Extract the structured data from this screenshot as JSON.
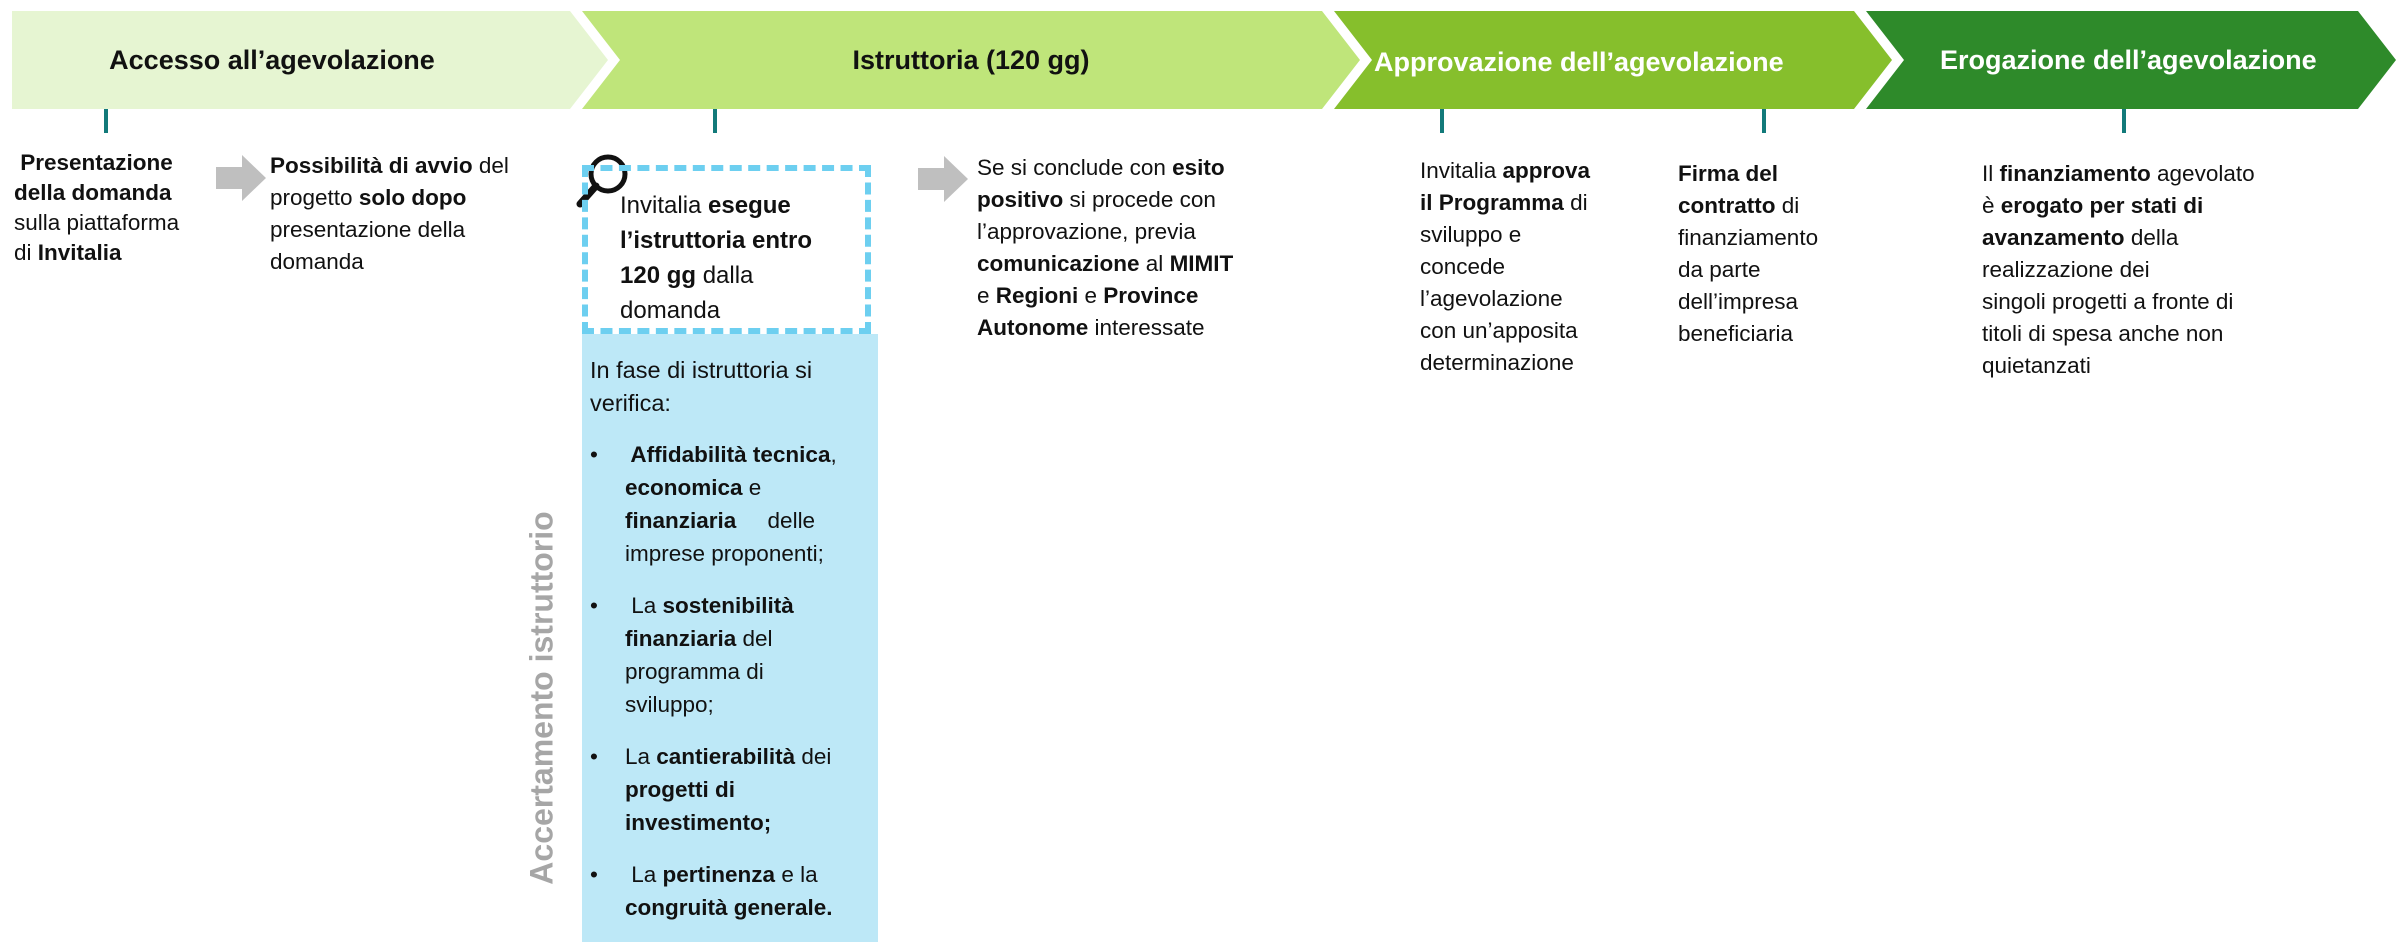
{
  "phases": [
    {
      "title": "Accesso all’agevolazione",
      "color": "#e6f5d2",
      "text_color": "#111111"
    },
    {
      "title": "Istruttoria (120 gg)",
      "color": "#bfe57a",
      "text_color": "#111111"
    },
    {
      "title": "Approvazione dell’agevolazione",
      "color": "#86bf2c",
      "text_color": "#ffffff"
    },
    {
      "title": "Erogazione dell’agevolazione",
      "color": "#2e8a2a",
      "text_color": "#ffffff"
    }
  ],
  "accesso": {
    "step1": [
      [
        {
          "t": " Presentazione",
          "b": true
        }
      ],
      [
        {
          "t": "della domanda",
          "b": true
        }
      ],
      [
        {
          "t": "sulla piattaforma",
          "b": false
        }
      ],
      [
        {
          "t": "di ",
          "b": false
        },
        {
          "t": "Invitalia",
          "b": true
        }
      ]
    ],
    "step2": [
      [
        {
          "t": "Possibilità di avvio",
          "b": true
        },
        {
          "t": " del",
          "b": false
        }
      ],
      [
        {
          "t": "progetto ",
          "b": false
        },
        {
          "t": "solo dopo",
          "b": true
        }
      ],
      [
        {
          "t": "presentazione della",
          "b": false
        }
      ],
      [
        {
          "t": "domanda",
          "b": false
        }
      ]
    ]
  },
  "istruttoria": {
    "search_icon": "magnifier-icon",
    "box": [
      [
        {
          "t": "Invitalia ",
          "b": false
        },
        {
          "t": "esegue",
          "b": true
        }
      ],
      [
        {
          "t": "l’istruttoria entro",
          "b": true
        }
      ],
      [
        {
          "t": "120 gg",
          "b": true
        },
        {
          "t": " dalla",
          "b": false
        }
      ],
      [
        {
          "t": "domanda",
          "b": false
        }
      ]
    ],
    "panel_intro": [
      [
        {
          "t": "In fase di istruttoria si",
          "b": false
        }
      ],
      [
        {
          "t": "verifica:",
          "b": false
        }
      ]
    ],
    "bullet_glyph": "•",
    "bullets": [
      [
        [
          {
            "t": " Affidabilità tecnica",
            "b": true
          },
          {
            "t": ",",
            "b": false
          }
        ],
        [
          {
            "t": "economica",
            "b": true
          },
          {
            "t": " e",
            "b": false
          }
        ],
        [
          {
            "t": "finanziaria",
            "b": true
          },
          {
            "t": "     delle",
            "b": false
          }
        ],
        [
          {
            "t": "imprese proponenti;",
            "b": false
          }
        ]
      ],
      [
        [
          {
            "t": " La ",
            "b": false
          },
          {
            "t": "sostenibilità",
            "b": true
          }
        ],
        [
          {
            "t": "finanziaria",
            "b": true
          },
          {
            "t": " del",
            "b": false
          }
        ],
        [
          {
            "t": "programma di",
            "b": false
          }
        ],
        [
          {
            "t": "sviluppo;",
            "b": false
          }
        ]
      ],
      [
        [
          {
            "t": "La ",
            "b": false
          },
          {
            "t": "cantierabilità",
            "b": true
          },
          {
            "t": " dei",
            "b": false
          }
        ],
        [
          {
            "t": "progetti di",
            "b": true
          }
        ],
        [
          {
            "t": "investimento;",
            "b": true
          }
        ]
      ],
      [
        [
          {
            "t": " La ",
            "b": false
          },
          {
            "t": "pertinenza",
            "b": true
          },
          {
            "t": " e la",
            "b": false
          }
        ],
        [
          {
            "t": "congruità generale.",
            "b": true
          }
        ]
      ]
    ],
    "vertical_label": "Accertamento istruttorio",
    "outcome": [
      [
        {
          "t": "Se si conclude con ",
          "b": false
        },
        {
          "t": "esito",
          "b": true
        }
      ],
      [
        {
          "t": "positivo",
          "b": true
        },
        {
          "t": " si procede con",
          "b": false
        }
      ],
      [
        {
          "t": "l’approvazione, previa",
          "b": false
        }
      ],
      [
        {
          "t": "comunicazione",
          "b": true
        },
        {
          "t": " al ",
          "b": false
        },
        {
          "t": "MIMIT",
          "b": true
        }
      ],
      [
        {
          "t": "e ",
          "b": false
        },
        {
          "t": "Regioni",
          "b": true
        },
        {
          "t": " e ",
          "b": false
        },
        {
          "t": "Province",
          "b": true
        }
      ],
      [
        {
          "t": "Autonome",
          "b": true
        },
        {
          "t": " interessate",
          "b": false
        }
      ]
    ]
  },
  "approvazione": {
    "col1": [
      [
        {
          "t": "Invitalia ",
          "b": false
        },
        {
          "t": "approva",
          "b": true
        }
      ],
      [
        {
          "t": "il Programma",
          "b": true
        },
        {
          "t": " di",
          "b": false
        }
      ],
      [
        {
          "t": "sviluppo e",
          "b": false
        }
      ],
      [
        {
          "t": "concede",
          "b": false
        }
      ],
      [
        {
          "t": "l’agevolazione",
          "b": false
        }
      ],
      [
        {
          "t": "con un’apposita",
          "b": false
        }
      ],
      [
        {
          "t": "determinazione",
          "b": false
        }
      ]
    ],
    "col2": [
      [
        {
          "t": "Firma del",
          "b": true
        }
      ],
      [
        {
          "t": "contratto",
          "b": true
        },
        {
          "t": " di",
          "b": false
        }
      ],
      [
        {
          "t": "finanziamento",
          "b": false
        }
      ],
      [
        {
          "t": "da parte",
          "b": false
        }
      ],
      [
        {
          "t": "dell’impresa",
          "b": false
        }
      ],
      [
        {
          "t": "beneficiaria",
          "b": false
        }
      ]
    ]
  },
  "erogazione": {
    "text": [
      [
        {
          "t": "Il ",
          "b": false
        },
        {
          "t": "finanziamento",
          "b": true
        },
        {
          "t": " agevolato",
          "b": false
        }
      ],
      [
        {
          "t": "è ",
          "b": false
        },
        {
          "t": "erogato per stati di",
          "b": true
        }
      ],
      [
        {
          "t": "avanzamento",
          "b": true
        },
        {
          "t": " della",
          "b": false
        }
      ],
      [
        {
          "t": "realizzazione dei",
          "b": false
        }
      ],
      [
        {
          "t": "singoli progetti a fronte di",
          "b": false
        }
      ],
      [
        {
          "t": "titoli di spesa anche non",
          "b": false
        }
      ],
      [
        {
          "t": "quietanzati",
          "b": false
        }
      ]
    ]
  },
  "colors": {
    "tick": "#127a7a",
    "gray_arrow": "#bfbfbf",
    "dashed_border": "#6dcff0",
    "panel_bg": "#bde8f7",
    "vertical_label": "#a6a6a6"
  }
}
